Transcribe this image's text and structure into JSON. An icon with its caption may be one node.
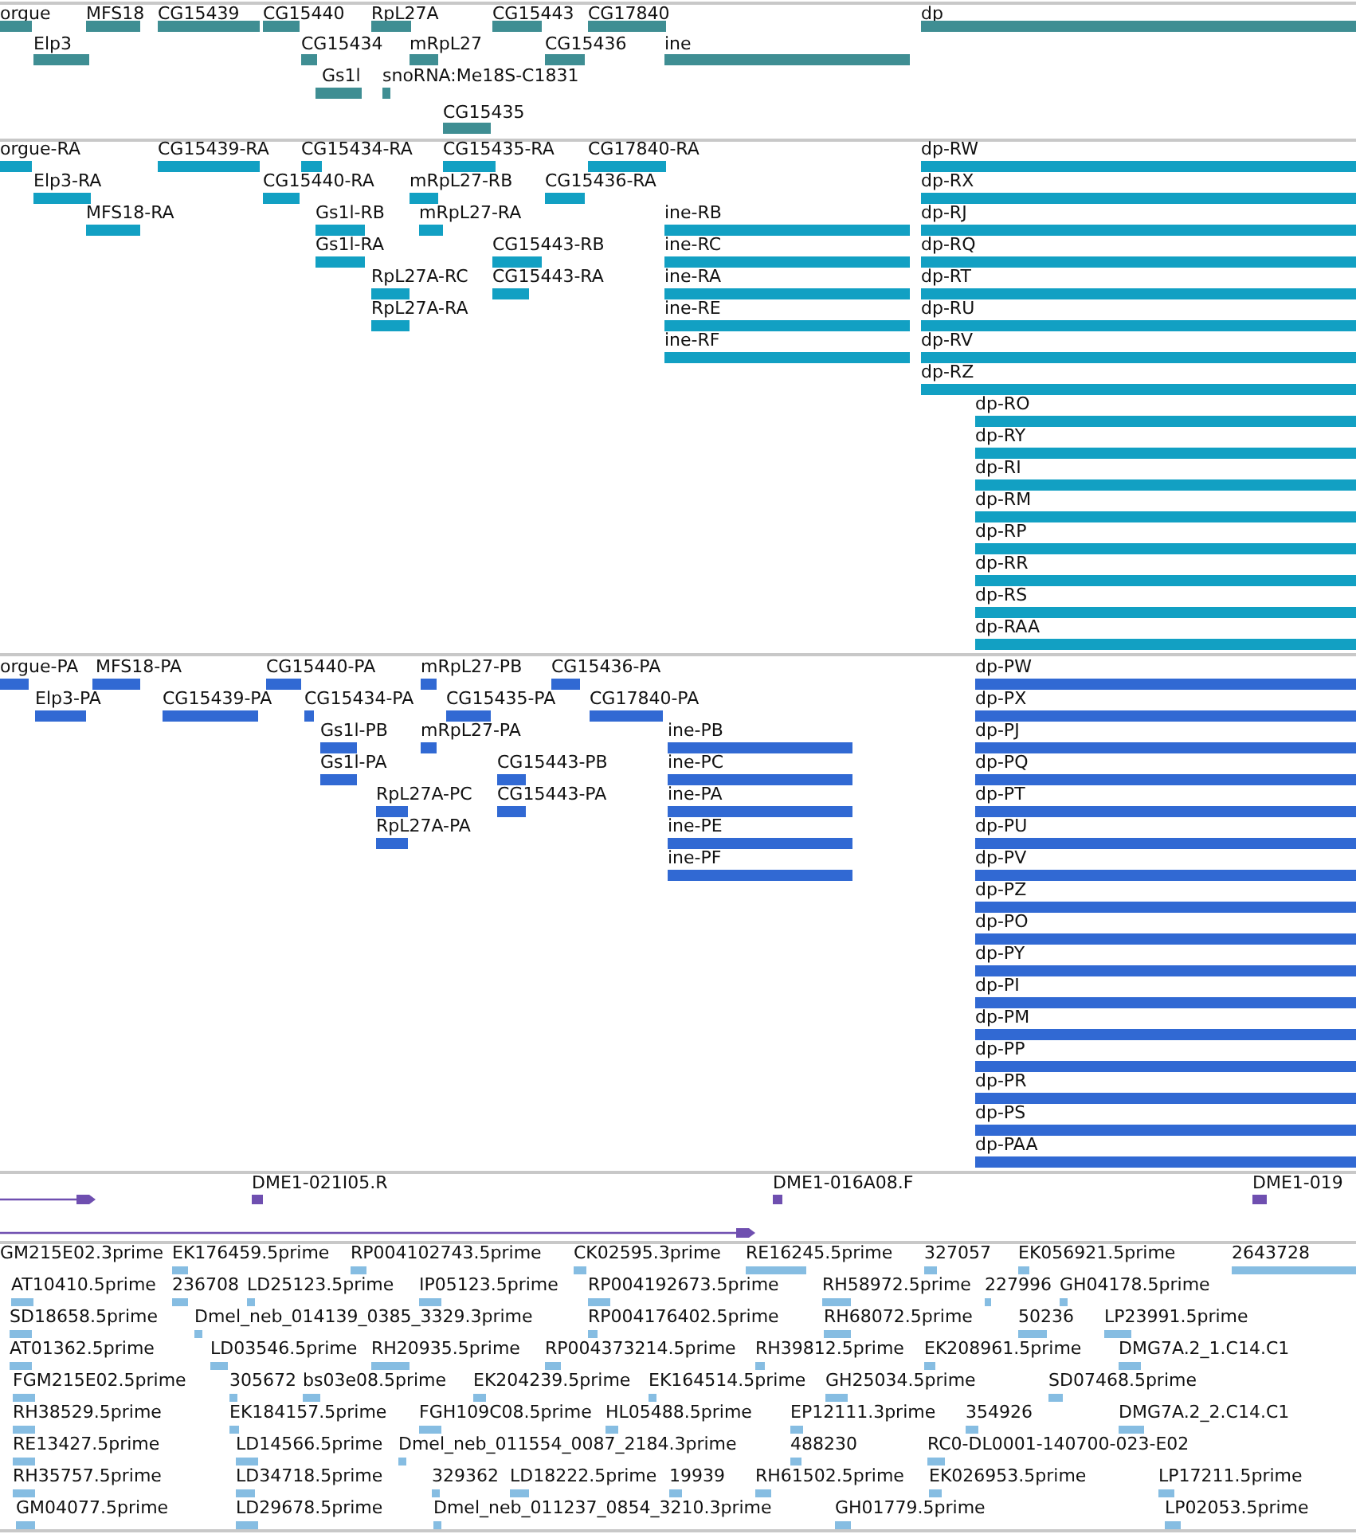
{
  "diagram": {
    "labels": [
      "orgue",
      "MFS18",
      "CG15439",
      "CG15440",
      "RpL27A",
      "CG15443",
      "CG17840",
      "dp",
      "Elp3",
      "CG15434",
      "mRpL27",
      "CG15436",
      "ine",
      "Gs1l",
      "snoRNA:Me18S-C1831",
      "CG15435",
      "orgue-RA",
      "CG15439-RA",
      "CG15434-RA",
      "CG15435-RA",
      "CG17840-RA",
      "dp-RW",
      "Elp3-RA",
      "CG15440-RA",
      "mRpL27-RB",
      "CG15436-RA",
      "dp-RX",
      "MFS18-RA",
      "Gs1l-RB",
      "mRpL27-RA",
      "ine-RB",
      "dp-RJ",
      "Gs1l-RA",
      "CG15443-RB",
      "ine-RC",
      "dp-RQ",
      "RpL27A-RC",
      "CG15443-RA",
      "ine-RA",
      "dp-RT",
      "RpL27A-RA",
      "ine-RE",
      "dp-RU",
      "ine-RF",
      "dp-RV",
      "dp-RZ",
      "dp-RO",
      "dp-RY",
      "dp-RI",
      "dp-RM",
      "dp-RP",
      "dp-RR",
      "dp-RS",
      "dp-RAA",
      "orgue-PA",
      "MFS18-PA",
      "CG15440-PA",
      "mRpL27-PB",
      "CG15436-PA",
      "dp-PW",
      "Elp3-PA",
      "CG15439-PA",
      "CG15434-PA",
      "CG15435-PA",
      "CG17840-PA",
      "dp-PX",
      "Gs1l-PB",
      "mRpL27-PA",
      "ine-PB",
      "dp-PJ",
      "Gs1l-PA",
      "CG15443-PB",
      "ine-PC",
      "dp-PQ",
      "RpL27A-PC",
      "CG15443-PA",
      "ine-PA",
      "dp-PT",
      "RpL27A-PA",
      "ine-PE",
      "dp-PU",
      "ine-PF",
      "dp-PV",
      "dp-PZ",
      "dp-PO",
      "dp-PY",
      "dp-PI",
      "dp-PM",
      "dp-PP",
      "dp-PR",
      "dp-PS",
      "dp-PAA",
      "DME1-021I05.R",
      "DME1-016A08.F",
      "DME1-019",
      "GM215E02.3prime",
      "EK176459.5prime",
      "RP004102743.5prime",
      "CK02595.3prime",
      "RE16245.5prime",
      "327057",
      "EK056921.5prime",
      "2643728",
      "AT10410.5prime",
      "236708",
      "LD25123.5prime",
      "IP05123.5prime",
      "RP004192673.5prime",
      "RH58972.5prime",
      "227996",
      "GH04178.5prime",
      "SD18658.5prime",
      "Dmel_neb_014139_0385_3329.3prime",
      "RP004176402.5prime",
      "RH68072.5prime",
      "50236",
      "LP23991.5prime",
      "AT01362.5prime",
      "LD03546.5prime",
      "RH20935.5prime",
      "RP004373214.5prime",
      "RH39812.5prime",
      "EK208961.5prime",
      "DMG7A.2_1.C14.C1",
      "FGM215E02.5prime",
      "305672",
      "bs03e08.5prime",
      "EK204239.5prime",
      "EK164514.5prime",
      "GH25034.5prime",
      "SD07468.5prime",
      "RH38529.5prime",
      "EK184157.5prime",
      "FGH109C08.5prime",
      "HL05488.5prime",
      "EP12111.3prime",
      "354926",
      "DMG7A.2_2.C14.C1",
      "RE13427.5prime",
      "LD14566.5prime",
      "Dmel_neb_011554_0087_2184.3prime",
      "488230",
      "RC0-DL0001-140700-023-E02",
      "RH35757.5prime",
      "LD34718.5prime",
      "329362",
      "LD18222.5prime",
      "19939",
      "RH61502.5prime",
      "EK026953.5prime",
      "LP17211.5prime",
      "GM04077.5prime",
      "LD29678.5prime",
      "Dmel_neb_011237_0854_3210.3prime",
      "GH01779.5prime",
      "LP02053.5prime"
    ]
  }
}
